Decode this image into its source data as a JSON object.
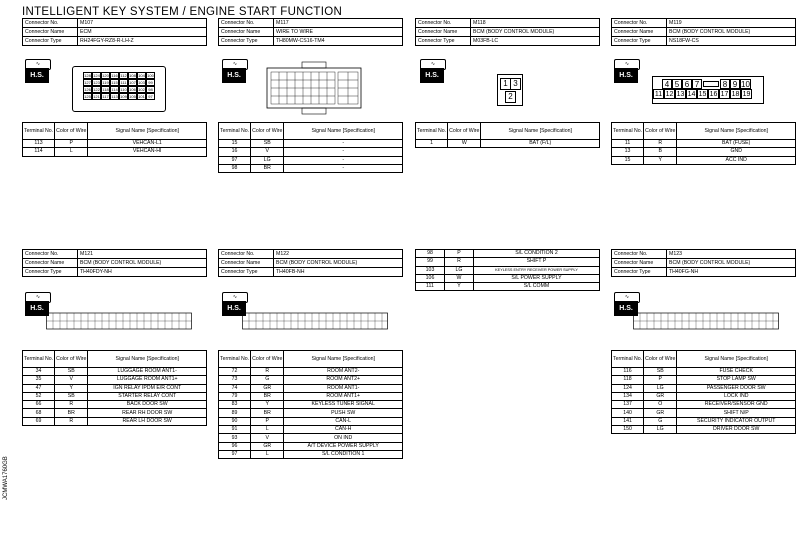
{
  "title": "INTELLIGENT KEY SYSTEM / ENGINE START FUNCTION",
  "side_code": "JCMWA1760GB",
  "labels": {
    "connector_no": "Connector No.",
    "connector_name": "Connector Name",
    "connector_type": "Connector Type",
    "terminal_no": "Terminal No.",
    "color_of_wire": "Color of Wire",
    "signal_name": "Signal Name [Specification]",
    "hs": "H.S."
  },
  "connectors": [
    {
      "no": "M107",
      "name": "ECM",
      "type": "RH24FGY-RZ8-R-LH-Z",
      "pins_rows": [
        [
          "128",
          "124",
          "120",
          "116",
          "112",
          "108",
          "104",
          "100"
        ],
        [
          "127",
          "123",
          "119",
          "115",
          "111",
          "107",
          "103",
          "99"
        ],
        [
          "126",
          "122",
          "118",
          "114",
          "110",
          "106",
          "102",
          "98"
        ],
        [
          "125",
          "121",
          "117",
          "113",
          "109",
          "105",
          "101",
          "97"
        ]
      ],
      "rows": [
        [
          "113",
          "P",
          "VEHCAN-L1"
        ],
        [
          "114",
          "L",
          "VEHCAN-HI"
        ]
      ]
    },
    {
      "no": "M117",
      "name": "WIRE TO WIRE",
      "type": "TH80MW-CS16-TM4",
      "rows": [
        [
          "15",
          "SB",
          "-"
        ],
        [
          "16",
          "V",
          "-"
        ],
        [
          "97",
          "LG",
          "-"
        ],
        [
          "98",
          "BR",
          "-"
        ]
      ]
    },
    {
      "no": "M118",
      "name": "BCM (BODY CONTROL MODULE)",
      "type": "M03FB-LC",
      "pins_rows": [
        [
          "1",
          "3"
        ],
        [
          "2"
        ]
      ],
      "rows": [
        [
          "1",
          "W",
          "BAT (F/L)"
        ]
      ]
    },
    {
      "no": "M119",
      "name": "BCM (BODY CONTROL MODULE)",
      "type": "NS18FW-CS",
      "pins_rows": [
        [
          "4",
          "5",
          "6",
          "7",
          "",
          "8",
          "9",
          "10"
        ],
        [
          "11",
          "12",
          "13",
          "14",
          "15",
          "16",
          "17",
          "18",
          "19"
        ]
      ],
      "rows": [
        [
          "11",
          "R",
          "BAT (FUSE)"
        ],
        [
          "13",
          "B",
          "GND"
        ],
        [
          "15",
          "Y",
          "ACC IND"
        ]
      ]
    },
    {
      "no": "M121",
      "name": "BCM (BODY CONTROL MODULE)",
      "type": "TH40FDY-NH",
      "rows": [
        [
          "34",
          "SB",
          "LUGGAGE ROOM ANT1-"
        ],
        [
          "35",
          "V",
          "LUGGAGE ROOM ANT1+"
        ],
        [
          "47",
          "Y",
          "IGN RELAY IPDM E/R CONT"
        ],
        [
          "52",
          "SB",
          "STARTER RELAY CONT"
        ],
        [
          "66",
          "R",
          "BACK DOOR SW"
        ],
        [
          "68",
          "BR",
          "REAR RH DOOR SW"
        ],
        [
          "69",
          "R",
          "REAR LH DOOR SW"
        ]
      ]
    },
    {
      "no": "M122",
      "name": "BCM (BODY CONTROL MODULE)",
      "type": "TH40FB-NH",
      "rows": [
        [
          "72",
          "R",
          "ROOM ANT2-"
        ],
        [
          "73",
          "G",
          "ROOM ANT2+"
        ],
        [
          "74",
          "GR",
          "ROOM ANT1-"
        ],
        [
          "79",
          "BR",
          "ROOM ANT1+"
        ],
        [
          "83",
          "Y",
          "KEYLESS TUNER SIGNAL"
        ],
        [
          "89",
          "BR",
          "PUSH SW"
        ],
        [
          "90",
          "P",
          "CAN-L"
        ],
        [
          "91",
          "L",
          "CAN-H"
        ],
        [
          "93",
          "V",
          "ON IND"
        ],
        [
          "96",
          "GR",
          "A/T DEVICE POWER SUPPLY"
        ],
        [
          "97",
          "L",
          "S/L CONDITION 1"
        ]
      ]
    },
    {
      "rows": [
        [
          "98",
          "P",
          "S/L CONDITION 2"
        ],
        [
          "99",
          "R",
          "SHIFT P"
        ],
        [
          "103",
          "LG",
          "KEYLESS ENTRY RECEIVER POWER SUPPLY"
        ],
        [
          "106",
          "W",
          "S/L POWER SUPPLY"
        ],
        [
          "111",
          "Y",
          "S/L COMM"
        ]
      ]
    },
    {
      "no": "M123",
      "name": "BCM (BODY CONTROL MODULE)",
      "type": "TH40FG-NH",
      "rows": [
        [
          "116",
          "SB",
          "FUSE CHECK"
        ],
        [
          "118",
          "P",
          "STOP LAMP SW"
        ],
        [
          "124",
          "LG",
          "PASSENGER DOOR SW"
        ],
        [
          "134",
          "GR",
          "LOCK IND"
        ],
        [
          "137",
          "O",
          "RECEIVER/SENSOR GND"
        ],
        [
          "140",
          "GR",
          "SHIFT N/P"
        ],
        [
          "141",
          "G",
          "SECURITY INDICATOR OUTPUT"
        ],
        [
          "150",
          "LG",
          "DRIVER DOOR SW"
        ]
      ]
    }
  ]
}
